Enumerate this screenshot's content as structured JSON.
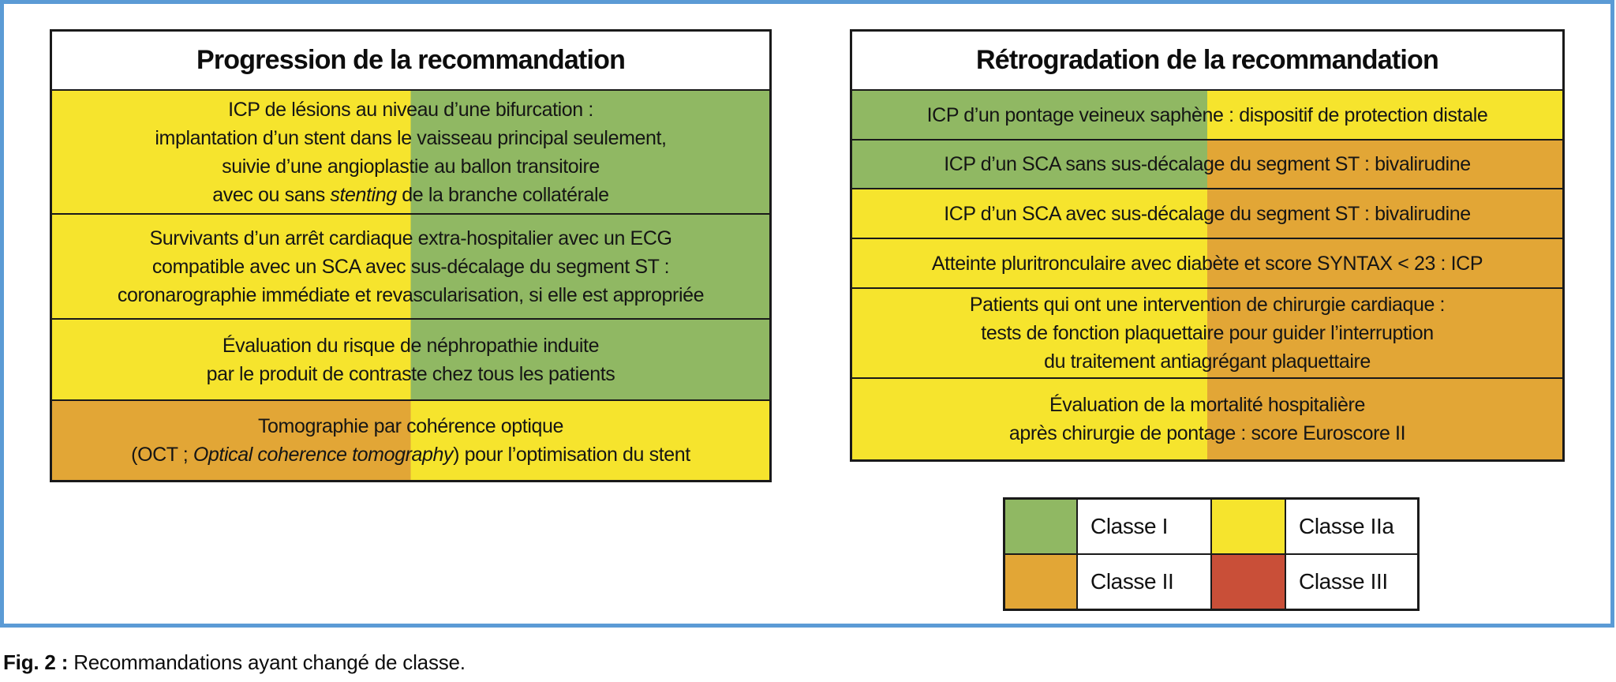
{
  "colors": {
    "green": "#90B863",
    "yellow": "#F6E42D",
    "orange": "#E2A636",
    "red": "#C94F38",
    "frame_blue": "#5B9BD5"
  },
  "left_table": {
    "title": "Progression de la recommandation",
    "rows": [
      {
        "left": "yellow",
        "right": "green",
        "lines": [
          [
            {
              "t": "ICP de lésions au niveau d’une bifurcation :"
            }
          ],
          [
            {
              "t": "implantation d’un stent dans le vaisseau principal seulement,"
            }
          ],
          [
            {
              "t": "suivie d’une angioplastie au ballon transitoire"
            }
          ],
          [
            {
              "t": "avec ou sans "
            },
            {
              "t": "stenting",
              "i": true
            },
            {
              "t": " de la branche collatérale"
            }
          ]
        ]
      },
      {
        "left": "yellow",
        "right": "green",
        "lines": [
          [
            {
              "t": "Survivants d’un arrêt cardiaque extra-hospitalier avec un ECG"
            }
          ],
          [
            {
              "t": "compatible avec un SCA avec sus-décalage du segment ST :"
            }
          ],
          [
            {
              "t": "coronarographie immédiate et revascularisation, si elle est appropriée"
            }
          ]
        ]
      },
      {
        "left": "yellow",
        "right": "green",
        "lines": [
          [
            {
              "t": "Évaluation du risque de néphropathie induite"
            }
          ],
          [
            {
              "t": "par le produit de contraste chez tous les patients"
            }
          ]
        ]
      },
      {
        "left": "orange",
        "right": "yellow",
        "lines": [
          [
            {
              "t": "Tomographie par cohérence optique"
            }
          ],
          [
            {
              "t": "(OCT ; "
            },
            {
              "t": "Optical coherence tomography",
              "i": true
            },
            {
              "t": ") pour l’optimisation du stent"
            }
          ]
        ]
      }
    ]
  },
  "right_table": {
    "title": "Rétrogradation de la recommandation",
    "rows": [
      {
        "left": "green",
        "right": "yellow",
        "lines": [
          [
            {
              "t": "ICP d’un pontage veineux saphène : dispositif de protection distale"
            }
          ]
        ]
      },
      {
        "left": "green",
        "right": "orange",
        "lines": [
          [
            {
              "t": "ICP d’un SCA sans sus-décalage du segment ST : bivalirudine"
            }
          ]
        ]
      },
      {
        "left": "yellow",
        "right": "orange",
        "lines": [
          [
            {
              "t": "ICP d’un SCA avec sus-décalage du segment ST : bivalirudine"
            }
          ]
        ]
      },
      {
        "left": "yellow",
        "right": "orange",
        "lines": [
          [
            {
              "t": "Atteinte pluritronculaire avec diabète et score SYNTAX < 23 : ICP"
            }
          ]
        ]
      },
      {
        "left": "yellow",
        "right": "orange",
        "lines": [
          [
            {
              "t": "Patients qui ont une intervention de chirurgie cardiaque :"
            }
          ],
          [
            {
              "t": "tests de fonction plaquettaire pour guider l’interruption"
            }
          ],
          [
            {
              "t": "du traitement antiagrégant plaquettaire"
            }
          ]
        ]
      },
      {
        "left": "yellow",
        "right": "orange",
        "lines": [
          [
            {
              "t": "Évaluation de la mortalité hospitalière"
            }
          ],
          [
            {
              "t": "après chirurgie de pontage : score Euroscore II"
            }
          ]
        ]
      }
    ]
  },
  "legend": {
    "items": [
      {
        "label": "Classe I",
        "color": "green"
      },
      {
        "label": "Classe IIa",
        "color": "yellow"
      },
      {
        "label": "Classe II",
        "color": "orange"
      },
      {
        "label": "Classe III",
        "color": "red"
      }
    ]
  },
  "caption": {
    "prefix": "Fig. 2 :",
    "text": " Recommandations ayant changé de classe."
  }
}
